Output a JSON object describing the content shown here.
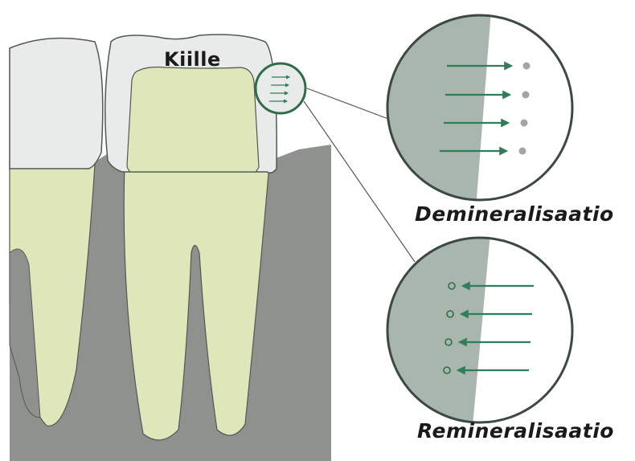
{
  "labels": {
    "enamel": "Kiille",
    "demineralization": "Demineralisaatio",
    "remineralization": "Remineralisaatio"
  },
  "colors": {
    "background": "#ffffff",
    "bone": "#8e918e",
    "crown": "#e9eaea",
    "root": "#dfe6ba",
    "enamel_zone": "#a8b6ae",
    "outline": "#4f5a52",
    "arrow": "#2f7d5a",
    "mineral_dot": "#a4a4a4"
  },
  "detail_views": [
    {
      "name": "demineralization",
      "arrow_direction": "outward",
      "arrow_count": 4
    },
    {
      "name": "remineralization",
      "arrow_direction": "inward",
      "arrow_count": 4
    }
  ]
}
